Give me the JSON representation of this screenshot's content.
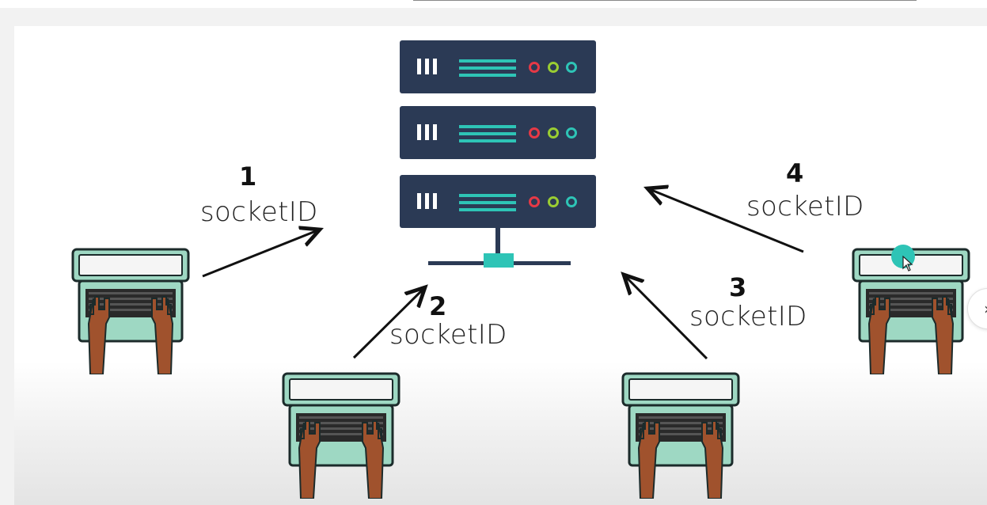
{
  "diagram": {
    "clients": [
      {
        "number": "1",
        "label": "socketID"
      },
      {
        "number": "2",
        "label": "socketID"
      },
      {
        "number": "3",
        "label": "socketID"
      },
      {
        "number": "4",
        "label": "socketID"
      }
    ],
    "colors": {
      "server": "#2b3a55",
      "server_lines": "#2ec4b6",
      "led_red": "#e63946",
      "led_green": "#9acd32",
      "led_teal": "#2ec4b6",
      "laptop_body": "#9ed8c3",
      "laptop_outline": "#1c2b2b",
      "hands": "#a0522d",
      "arrow": "#111111"
    },
    "icons": [
      "server-icon",
      "laptop-icon",
      "arrow-icon",
      "cursor-icon",
      "chevron-right-icon"
    ]
  }
}
